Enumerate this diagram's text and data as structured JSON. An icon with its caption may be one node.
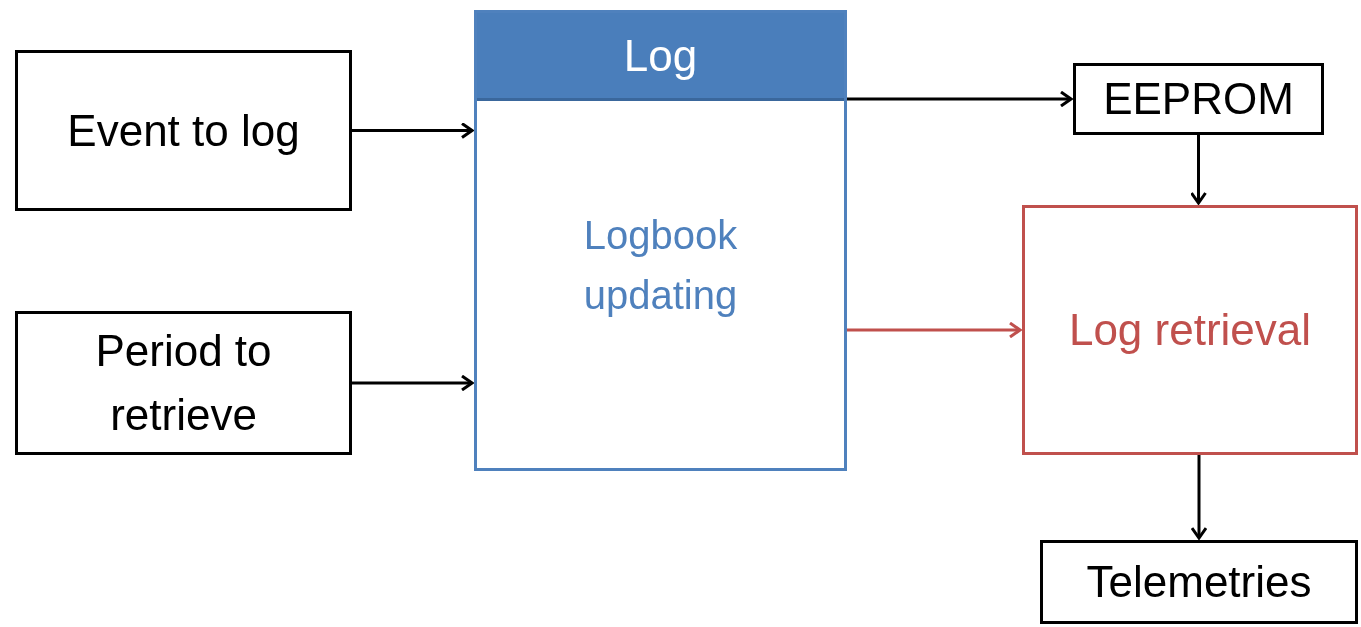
{
  "diagram": {
    "nodes": [
      {
        "text": [
          "Event to log"
        ]
      },
      {
        "text": [
          "Period to retrieve"
        ]
      },
      {
        "text": [
          "Log",
          "Logbook updating"
        ]
      },
      {
        "text": [
          "EEPROM"
        ]
      },
      {
        "text": [
          "Log retrieval"
        ]
      },
      {
        "text": [
          "Telemetries"
        ]
      }
    ],
    "edges": [
      {
        "from": 0,
        "to": 2,
        "arrow": "to"
      },
      {
        "from": 1,
        "to": 2,
        "arrow": "to"
      },
      {
        "from": 2,
        "to": 3,
        "arrow": "to"
      },
      {
        "from": 2,
        "to": 4,
        "arrow": "to",
        "color": "#c0504d"
      },
      {
        "from": 3,
        "to": 4,
        "arrow": "to"
      },
      {
        "from": 4,
        "to": 5,
        "arrow": "to"
      }
    ]
  }
}
